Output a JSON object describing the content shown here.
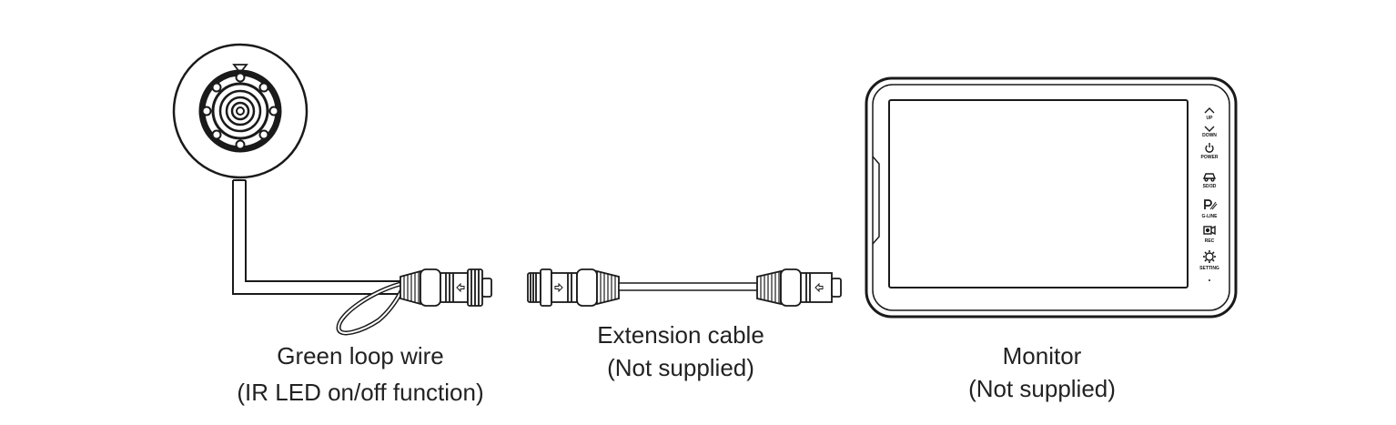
{
  "labels": {
    "camera": {
      "line1": "Green loop wire",
      "line2": "(IR LED on/off function)"
    },
    "extension": {
      "line1": "Extension cable",
      "line2": "(Not supplied)"
    },
    "monitor": {
      "line1": "Monitor",
      "line2": "(Not supplied)"
    }
  },
  "monitor_buttons": [
    "UP",
    "DOWN",
    "POWER",
    "SD/3D",
    "G-LINE",
    "REC",
    "SETTING"
  ],
  "colors": {
    "stroke": "#1a1a1a",
    "background": "#ffffff"
  }
}
